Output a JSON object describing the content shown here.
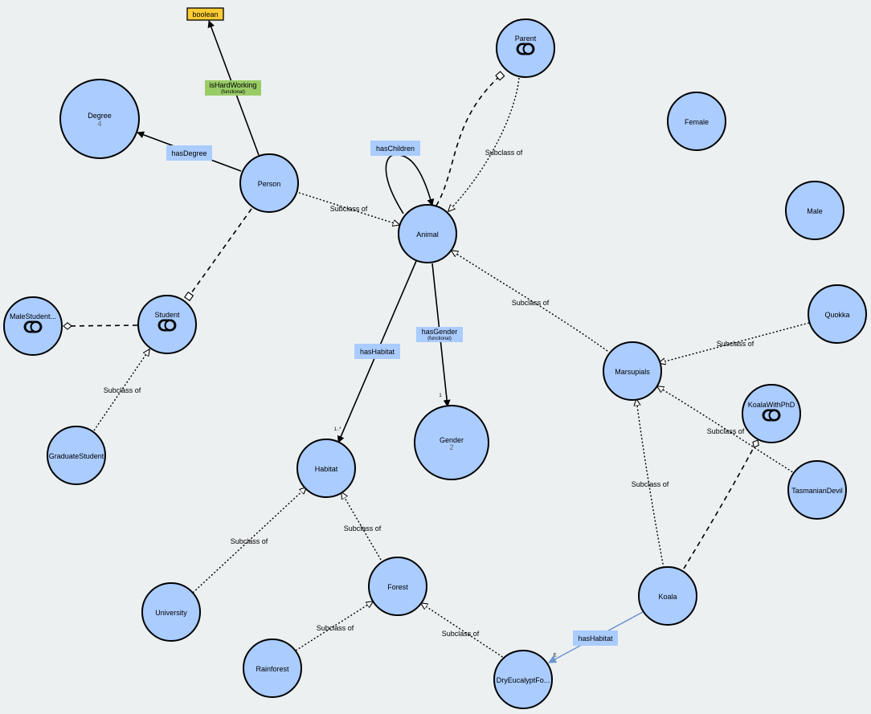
{
  "nodes": {
    "degree": {
      "label": "Degree",
      "card": "4"
    },
    "person": {
      "label": "Person"
    },
    "parent": {
      "label": "Parent"
    },
    "animal": {
      "label": "Animal"
    },
    "female": {
      "label": "Female"
    },
    "male": {
      "label": "Male"
    },
    "male_student": {
      "label": "MaleStudent..."
    },
    "student": {
      "label": "Student"
    },
    "graduate_student": {
      "label": "GraduateStudent"
    },
    "quokka": {
      "label": "Quokka"
    },
    "marsupials": {
      "label": "Marsupials"
    },
    "koala_with_phd": {
      "label": "KoalaWithPhD"
    },
    "habitat": {
      "label": "Habitat"
    },
    "gender": {
      "label": "Gender",
      "card": "2"
    },
    "tasmanian_devil": {
      "label": "TasmanianDevil"
    },
    "university": {
      "label": "University"
    },
    "forest": {
      "label": "Forest"
    },
    "koala": {
      "label": "Koala"
    },
    "rainforest": {
      "label": "Rainforest"
    },
    "dry_eucalypt": {
      "label": "DryEucalyptFo..."
    }
  },
  "datatypes": {
    "boolean": "boolean"
  },
  "properties": {
    "is_hard_working": {
      "label": "isHardWorking",
      "sub": "(functional)"
    },
    "has_degree": {
      "label": "hasDegree"
    },
    "has_children": {
      "label": "hasChildren"
    },
    "has_habitat": {
      "label": "hasHabitat"
    },
    "has_gender": {
      "label": "hasGender",
      "sub": "(functional)"
    },
    "koala_has_habitat": {
      "label": "hasHabitat"
    }
  },
  "subclass_label": "Subclass of",
  "cardinality": {
    "has_habitat": "1..*",
    "has_gender": "1",
    "koala_has_habitat": "∃"
  },
  "colors": {
    "background": "#ecf0f1",
    "class_fill": "#aaccff",
    "datatype_fill": "#ffcc33",
    "datatype_property_fill": "#99cc66",
    "object_property_fill": "#aaccff",
    "highlight_edge": "#6b95cc"
  }
}
